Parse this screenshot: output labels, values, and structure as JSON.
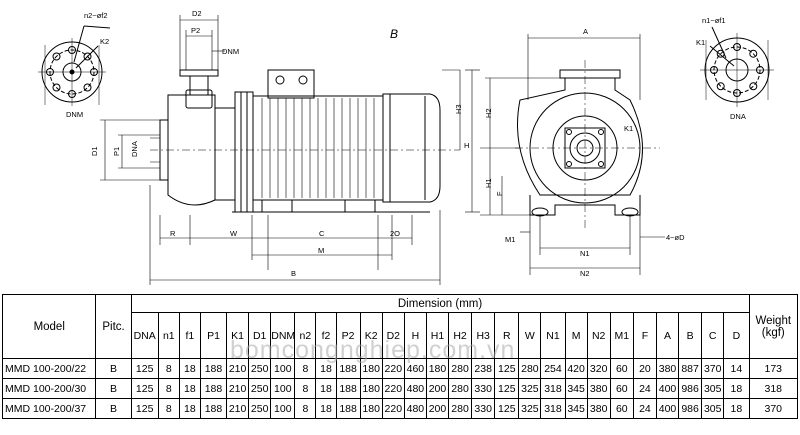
{
  "drawing": {
    "view_label": "B",
    "dims": {
      "D2": "D2",
      "P2": "P2",
      "DNM": "DNM",
      "n2f2": "n2~øf2",
      "K2": "K2",
      "D1": "D1",
      "P1": "P1",
      "DNA": "DNA",
      "R": "R",
      "W": "W",
      "C": "C",
      "2O": "2O",
      "M": "M",
      "B": "B",
      "H3": "H3",
      "H": "H",
      "H2": "H2",
      "H1": "H1",
      "F": "F",
      "A": "A",
      "K1": "K1",
      "M1": "M1",
      "N1": "N1",
      "N2": "N2",
      "4D": "4~øD",
      "n1f1": "n1~øf1"
    }
  },
  "table": {
    "col_model": "Model",
    "col_pitc": "Pitc.",
    "col_dimension": "Dimension (mm)",
    "col_weight": "Weight (kgf)",
    "dim_columns": [
      "DNA",
      "n1",
      "f1",
      "P1",
      "K1",
      "D1",
      "DNM",
      "n2",
      "f2",
      "P2",
      "K2",
      "D2",
      "H",
      "H1",
      "H2",
      "H3",
      "R",
      "W",
      "N1",
      "M",
      "N2",
      "M1",
      "F",
      "A",
      "B",
      "C",
      "D"
    ],
    "rows": [
      {
        "model": "MMD 100-200/22",
        "pitc": "B",
        "values": [
          "125",
          "8",
          "18",
          "188",
          "210",
          "250",
          "100",
          "8",
          "18",
          "188",
          "180",
          "220",
          "460",
          "180",
          "280",
          "238",
          "125",
          "280",
          "254",
          "420",
          "320",
          "60",
          "20",
          "380",
          "887",
          "370",
          "14"
        ],
        "weight": "173"
      },
      {
        "model": "MMD 100-200/30",
        "pitc": "B",
        "values": [
          "125",
          "8",
          "18",
          "188",
          "210",
          "250",
          "100",
          "8",
          "18",
          "188",
          "180",
          "220",
          "480",
          "200",
          "280",
          "330",
          "125",
          "325",
          "318",
          "345",
          "380",
          "60",
          "24",
          "400",
          "986",
          "305",
          "18"
        ],
        "weight": "318"
      },
      {
        "model": "MMD 100-200/37",
        "pitc": "B",
        "values": [
          "125",
          "8",
          "18",
          "188",
          "210",
          "250",
          "100",
          "8",
          "18",
          "188",
          "180",
          "220",
          "480",
          "200",
          "280",
          "330",
          "125",
          "325",
          "318",
          "345",
          "380",
          "60",
          "24",
          "400",
          "986",
          "305",
          "18"
        ],
        "weight": "370"
      }
    ]
  },
  "watermark": "bomcongnghiep.com.vn"
}
